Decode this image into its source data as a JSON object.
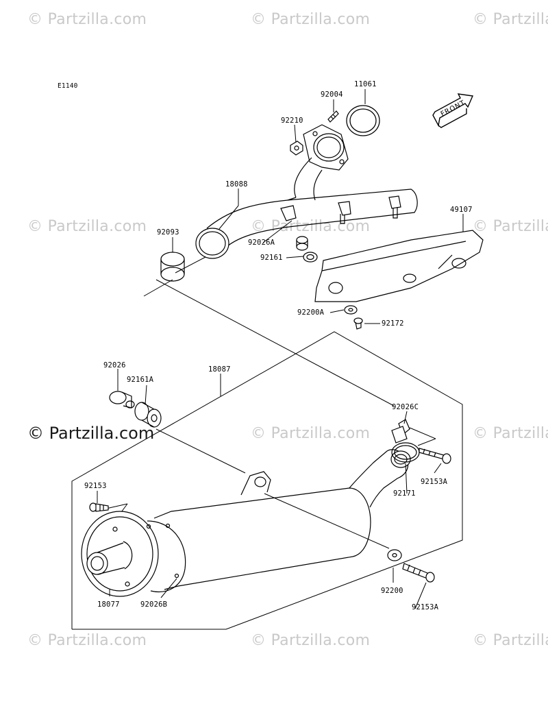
{
  "diagram_code": "E1140",
  "front_label": "FRONT",
  "watermark": "© Partzilla.com",
  "parts": {
    "p11061": "11061",
    "p92004": "92004",
    "p92210": "92210",
    "p18088": "18088",
    "p49107": "49107",
    "p92093": "92093",
    "p92026A": "92026A",
    "p92161": "92161",
    "p92200A": "92200A",
    "p92172": "92172",
    "p92026": "92026",
    "p92161A": "92161A",
    "p18087": "18087",
    "p92026C": "92026C",
    "p92153A_top": "92153A",
    "p92171": "92171",
    "p92153": "92153",
    "p92200": "92200",
    "p92153A_bottom": "92153A",
    "p18077": "18077",
    "p92026B": "92026B"
  }
}
